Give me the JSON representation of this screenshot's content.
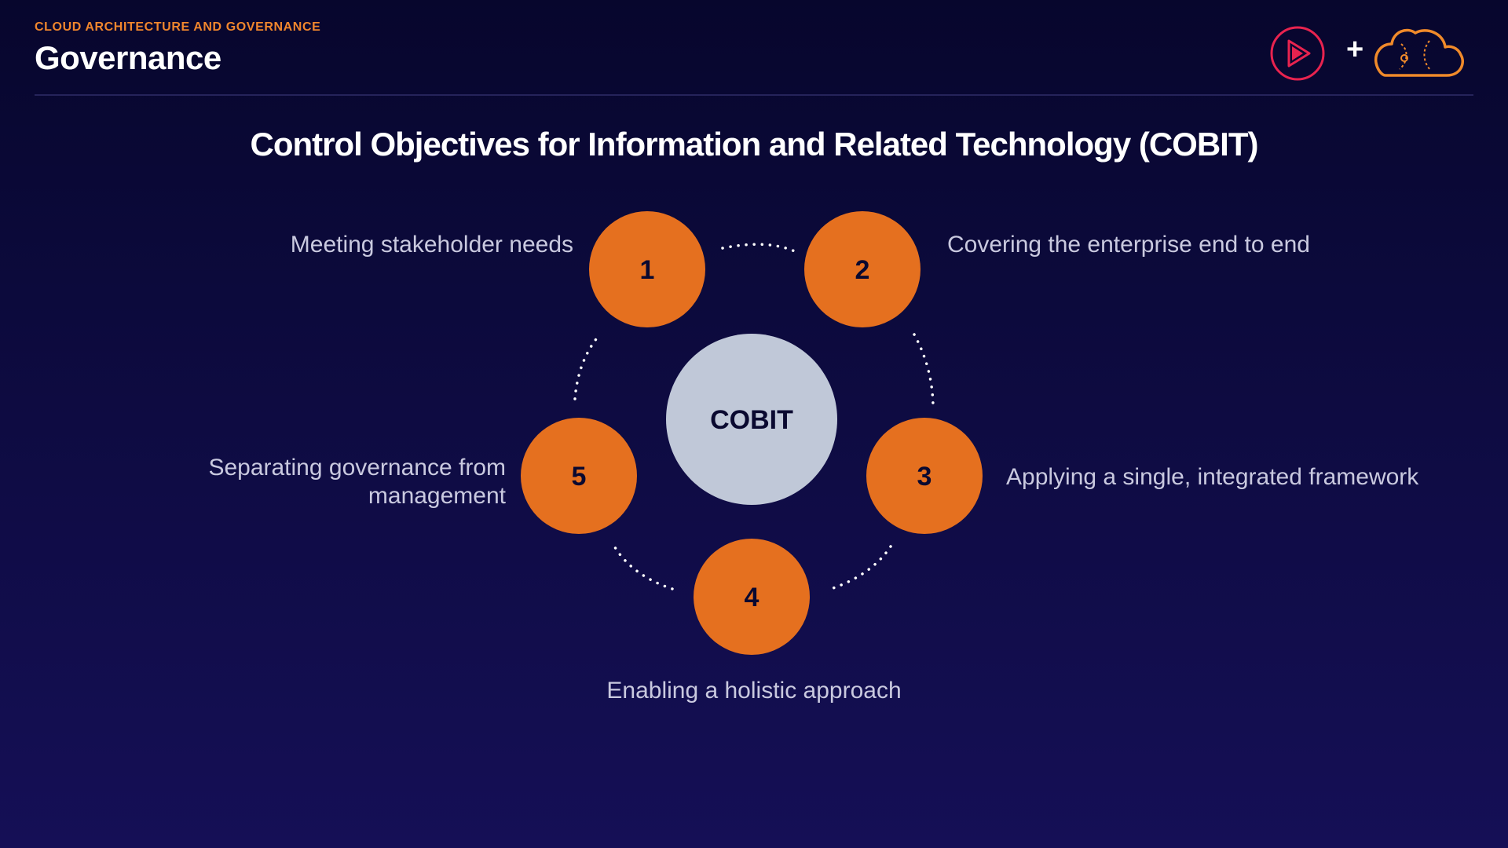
{
  "header": {
    "eyebrow": "CLOUD ARCHITECTURE AND GOVERNANCE",
    "title": "Governance",
    "logos": {
      "plus": "+",
      "left_icon": "play-circle-icon",
      "right_icon": "cloud-icon"
    }
  },
  "slide": {
    "title": "Control Objectives for Information and Related Technology (COBIT)"
  },
  "diagram": {
    "center": "COBIT",
    "nodes": [
      {
        "number": "1",
        "label": "Meeting stakeholder needs"
      },
      {
        "number": "2",
        "label": "Covering the enterprise end to end"
      },
      {
        "number": "3",
        "label": "Applying a single, integrated framework"
      },
      {
        "number": "4",
        "label": "Enabling a holistic approach"
      },
      {
        "number": "5",
        "label_line1": "Separating governance from",
        "label_line2": "management"
      }
    ]
  },
  "colors": {
    "accent_orange": "#e5701f",
    "center_fill": "#c0c8d8",
    "background": "#0c0a3c"
  }
}
